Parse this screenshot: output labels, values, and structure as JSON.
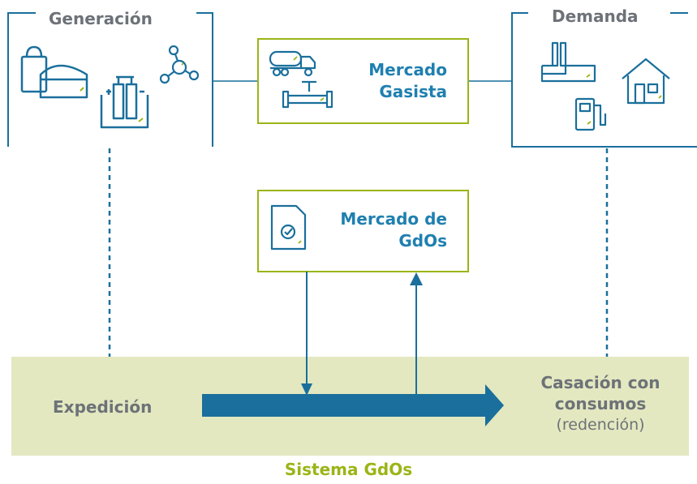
{
  "generacion": {
    "title": "Generación"
  },
  "demanda": {
    "title": "Demanda"
  },
  "mercado_gasista": {
    "line1": "Mercado",
    "line2": "Gasista"
  },
  "mercado_gdos": {
    "line1": "Mercado de",
    "line2": "GdOs"
  },
  "band": {
    "left": "Expedición",
    "right_line1": "Casación con",
    "right_line2": "consumos",
    "right_sub": "(redención)"
  },
  "system_label": "Sistema GdOs",
  "colors": {
    "blue": "#1a6f9c",
    "text_blue": "#1f7fb0",
    "green": "#9ab516",
    "band": "#e3e8c0",
    "gray_text": "#6d7278"
  },
  "icons": [
    "biogas-plant-icon",
    "electrolyzer-icon",
    "molecule-icon",
    "gas-truck-icon",
    "pipeline-valve-icon",
    "factory-icon",
    "house-icon",
    "fuel-pump-icon",
    "certificate-icon"
  ]
}
